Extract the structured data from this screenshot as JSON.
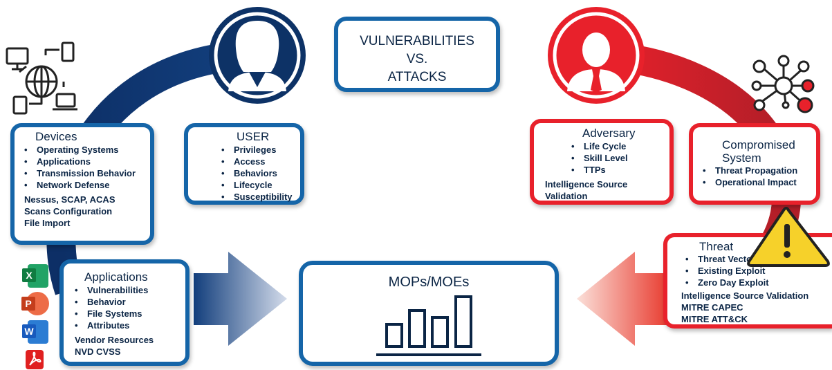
{
  "title": {
    "line1": "VULNERABILITIES",
    "line2": "VS.",
    "line3": "ATTACKS"
  },
  "devices": {
    "title": "Devices",
    "items": [
      "Operating Systems",
      "Applications",
      "Transmission Behavior",
      "Network Defense"
    ],
    "extra": [
      "Nessus, SCAP, ACAS",
      "Scans Configuration",
      "File Import"
    ]
  },
  "user": {
    "title": "USER",
    "items": [
      "Privileges",
      "Access",
      "Behaviors",
      "Lifecycle",
      "Susceptibility"
    ]
  },
  "applications": {
    "title": "Applications",
    "items": [
      "Vulnerabilities",
      "Behavior",
      "File Systems",
      "Attributes"
    ],
    "extra": [
      "Vendor Resources",
      "NVD CVSS"
    ]
  },
  "mops": {
    "title": "MOPs/MOEs"
  },
  "adversary": {
    "title": "Adversary",
    "items": [
      "Life Cycle",
      "Skill Level",
      "TTPs"
    ],
    "extra": [
      "Intelligence Source",
      "Validation"
    ]
  },
  "compromised": {
    "title_line1": "Compromised",
    "title_line2": "System",
    "items": [
      "Threat Propagation",
      "Operational Impact"
    ]
  },
  "threat": {
    "title": "Threat",
    "items": [
      "Threat Vector",
      "Existing Exploit",
      "Zero Day Exploit"
    ],
    "extra": [
      "Intelligence Source Validation",
      "MITRE CAPEC",
      "MITRE ATT&CK"
    ]
  },
  "office_apps": [
    {
      "letter": "X",
      "color": "#1d7a45"
    },
    {
      "letter": "P",
      "color": "#d2452a"
    },
    {
      "letter": "W",
      "color": "#1f5fb7"
    },
    {
      "letter": "",
      "color": "#e02020"
    }
  ],
  "icons": [
    "network-devices-icon",
    "user-female-icon",
    "adversary-male-icon",
    "network-nodes-icon",
    "warning-icon",
    "bar-chart-icon",
    "excel-icon",
    "powerpoint-icon",
    "word-icon",
    "pdf-icon"
  ],
  "colors": {
    "blue": "#1565a8",
    "navy": "#0d3266",
    "red": "#e8212b"
  }
}
